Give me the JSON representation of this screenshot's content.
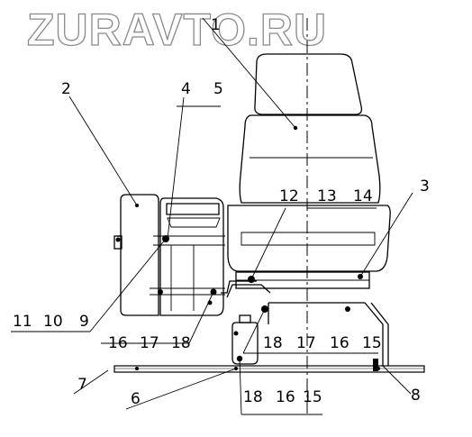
{
  "watermark": "ZURAVTO.RU",
  "callouts": {
    "c1": "1",
    "c2": "2",
    "c3": "3",
    "c4": "4",
    "c5": "5",
    "c6": "6",
    "c7": "7",
    "c8": "8",
    "c9": "9",
    "c10": "10",
    "c11": "11",
    "c12": "12",
    "c13": "13",
    "c14": "14",
    "c15a": "15",
    "c15b": "15",
    "c16a": "16",
    "c16b": "16",
    "c16c": "16",
    "c17a": "17",
    "c17b": "17",
    "c18a": "18",
    "c18b": "18",
    "c18c": "18"
  }
}
